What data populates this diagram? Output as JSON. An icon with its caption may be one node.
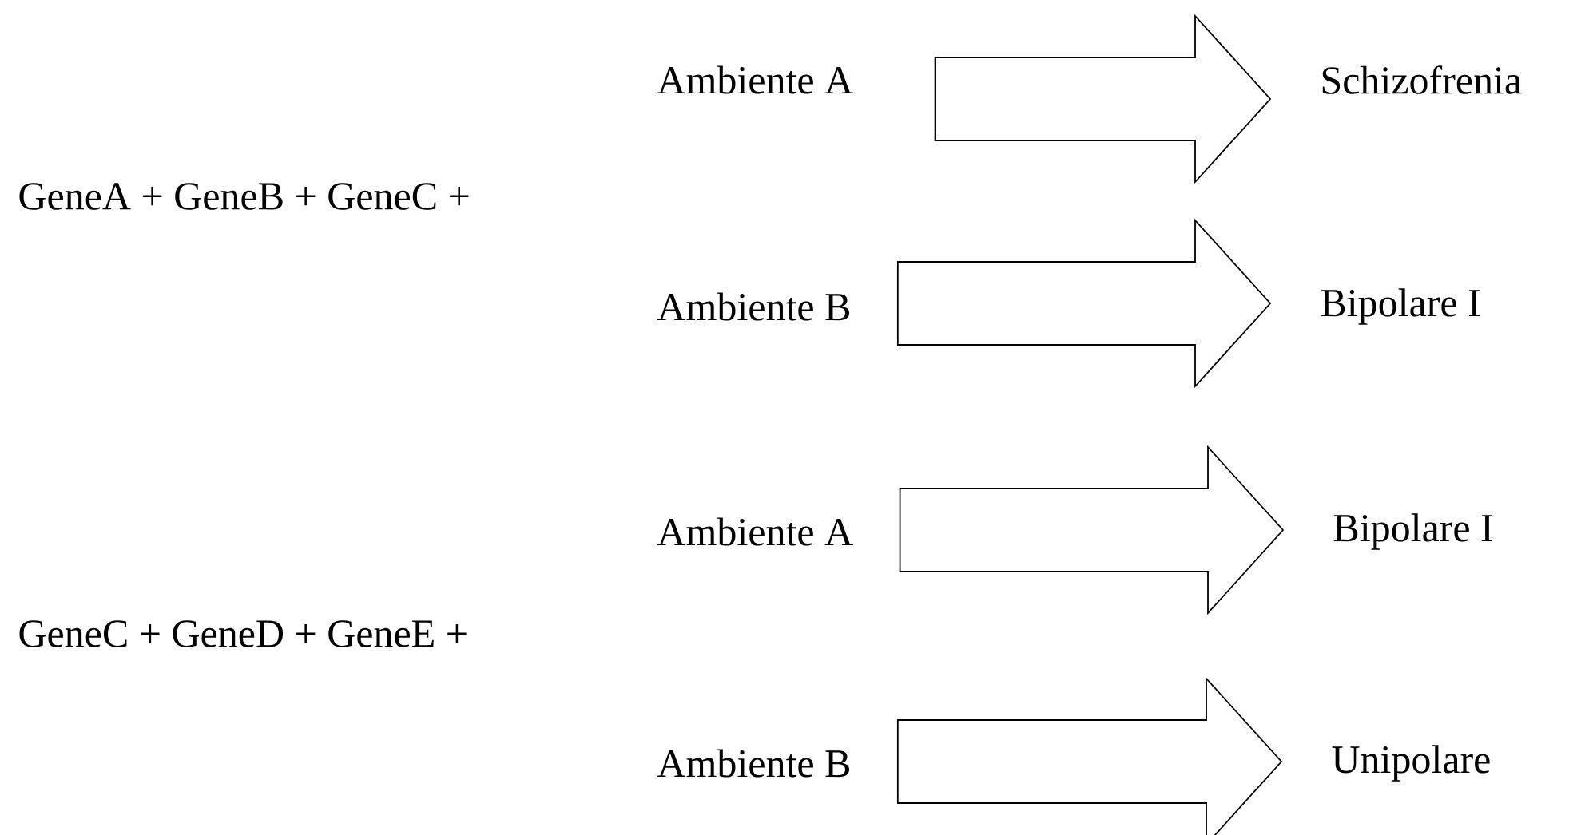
{
  "diagram": {
    "nodes": [
      {
        "text": [
          "Ambiente A"
        ]
      },
      {
        "text": [
          "Schizofrenia"
        ]
      },
      {
        "text": [
          "Ambiente B"
        ]
      },
      {
        "text": [
          "Bipolare I"
        ]
      },
      {
        "text": [
          "Ambiente A"
        ]
      },
      {
        "text": [
          "Bipolare I"
        ]
      },
      {
        "text": [
          "Ambiente B"
        ]
      },
      {
        "text": [
          "Unipolare"
        ]
      }
    ],
    "edges": [
      {
        "from": 0,
        "to": 1,
        "arrow": "to"
      },
      {
        "from": 2,
        "to": 3,
        "arrow": "to"
      },
      {
        "from": 4,
        "to": 5,
        "arrow": "to"
      },
      {
        "from": 6,
        "to": 7,
        "arrow": "to"
      }
    ],
    "labels": [
      "GeneA + GeneB + GeneC +",
      "GeneC + GeneD + GeneE +"
    ]
  }
}
